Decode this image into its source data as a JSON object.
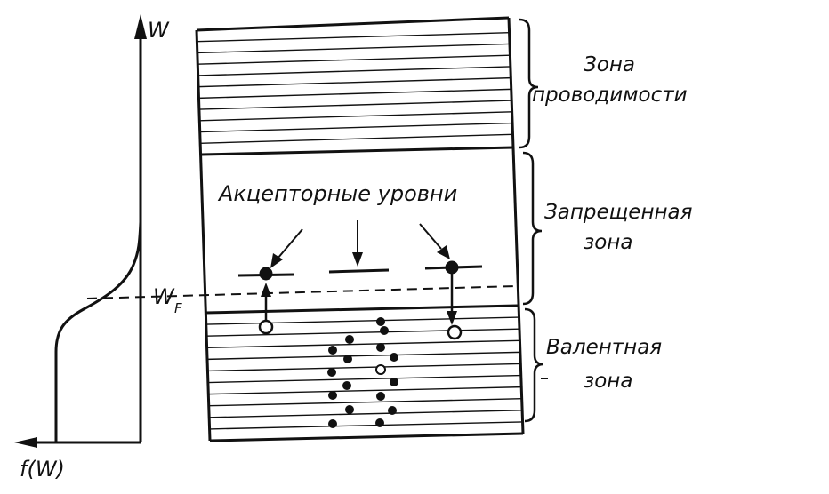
{
  "axes": {
    "vertical_label": "W",
    "horizontal_label": "f(W)",
    "fermi_label": "W",
    "fermi_subscript": "F"
  },
  "bands": {
    "conduction": [
      "Зона",
      "проводимости"
    ],
    "forbidden": [
      "Запрещенная",
      "зона"
    ],
    "valence": [
      "Валентная",
      "зона"
    ]
  },
  "acceptor_label": "Акцепторные уровни",
  "colors": {
    "ink": "#111111",
    "background": "#ffffff"
  }
}
